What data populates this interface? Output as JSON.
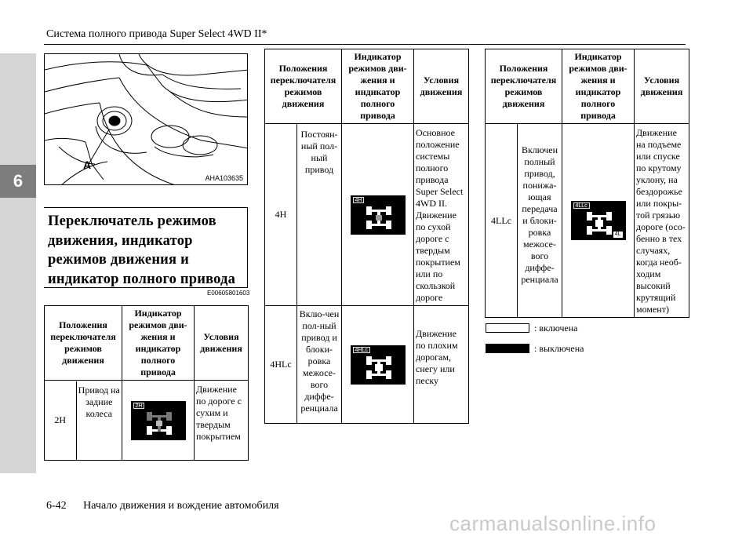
{
  "header": {
    "title": "Система полного привода Super Select 4WD II*"
  },
  "chapter_tab": "6",
  "figure": {
    "callout": "A",
    "code": "AHA103635"
  },
  "section": {
    "heading": "Переключатель режимов движения, индикатор режимов движения и индикатор полного привода",
    "ref_code": "E00605801603"
  },
  "table_headers": {
    "position": "Положения переключателя режимов движения",
    "indicator": "Индикатор режимов дви-жения и индикатор полного привода",
    "conditions": "Условия движения"
  },
  "tables": [
    {
      "rows": [
        {
          "position": "2H",
          "drive": "Привод на задние колеса",
          "indicator_label": "2H",
          "indicator_icon": "rear-wheel-drive-icon",
          "conditions": "Движение по дороге с сухим и твердым покрытием"
        }
      ]
    },
    {
      "rows": [
        {
          "position": "4H",
          "drive": "Постоян-ный пол-ный привод",
          "indicator_label": "4H",
          "indicator_icon": "full-time-4wd-icon",
          "conditions": "Основное положение системы полного привода Super Select 4WD II. Движение по сухой дороге с твердым покрытием или по скользкой дороге"
        },
        {
          "position": "4HLc",
          "drive": "Вклю-чен пол-ный привод и блоки-ровка межосе-вого диффе-ренциала",
          "indicator_label": "4HLc",
          "indicator_icon": "locked-4wd-icon",
          "conditions": "Движение по плохим дорогам, снегу или песку"
        }
      ]
    },
    {
      "rows": [
        {
          "position": "4LLc",
          "drive": "Включен полный привод, понижа-ющая передача и блоки-ровка межосе-вого диффе-ренциала",
          "indicator_label": "4LLc",
          "indicator_label_2": "4L",
          "indicator_icon": "low-range-4wd-icon",
          "conditions": "Движение на подъеме или спуске по крутому уклону, на бездорожье или покры-той грязью дороге (осо-бенно в тех случаях, когда необ-ходим высокий крутящий момент)"
        }
      ]
    }
  ],
  "legend": {
    "on": ": включена",
    "off": ": выключена"
  },
  "footer": {
    "page": "6-42",
    "title": "Начало движения и вождение автомобиля"
  },
  "watermark": "carmanualsonline.info",
  "colors": {
    "tab": "#7d7d7d",
    "band": "#d5d5d5",
    "indicator_bg": "#000000"
  }
}
